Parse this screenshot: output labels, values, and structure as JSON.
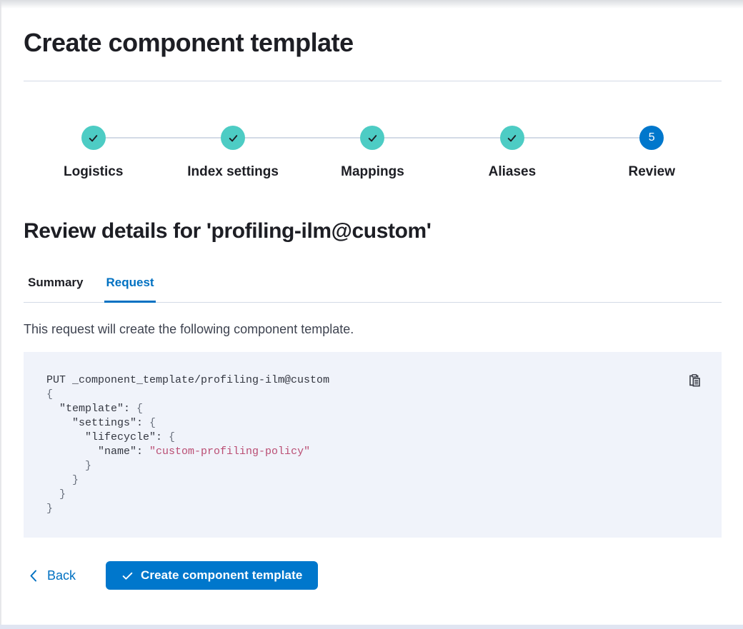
{
  "colors": {
    "primary_button_blue": "#0077CC",
    "link_blue": "#0071C2",
    "step_complete_teal": "#4DCCC4",
    "step_current_blue": "#0077CC",
    "code_block_background": "#F0F3FA",
    "code_string_pink": "#BA4D73",
    "code_brace_gray": "#69707D",
    "heading_text": "#1D1E24",
    "body_text": "#343741",
    "divider_gray": "#D3DAE6"
  },
  "page": {
    "title": "Create component template"
  },
  "stepper": {
    "steps": [
      {
        "label": "Logistics",
        "status": "complete"
      },
      {
        "label": "Index settings",
        "status": "complete"
      },
      {
        "label": "Mappings",
        "status": "complete"
      },
      {
        "label": "Aliases",
        "status": "complete"
      },
      {
        "label": "Review",
        "status": "current",
        "number": "5"
      }
    ]
  },
  "review": {
    "heading": "Review details for 'profiling-ilm@custom'",
    "tabs": [
      {
        "label": "Summary",
        "active": false
      },
      {
        "label": "Request",
        "active": true
      }
    ],
    "description": "This request will create the following component template."
  },
  "code": {
    "lines": [
      [
        [
          "text",
          "PUT _component_template/profiling-ilm@custom"
        ]
      ],
      [
        [
          "brace",
          "{"
        ]
      ],
      [
        [
          "text",
          "  \"template\": "
        ],
        [
          "brace",
          "{"
        ]
      ],
      [
        [
          "text",
          "    \"settings\": "
        ],
        [
          "brace",
          "{"
        ]
      ],
      [
        [
          "text",
          "      \"lifecycle\": "
        ],
        [
          "brace",
          "{"
        ]
      ],
      [
        [
          "text",
          "        \"name\": "
        ],
        [
          "string",
          "\"custom-profiling-policy\""
        ]
      ],
      [
        [
          "brace",
          "      }"
        ]
      ],
      [
        [
          "brace",
          "    }"
        ]
      ],
      [
        [
          "brace",
          "  }"
        ]
      ],
      [
        [
          "brace",
          "}"
        ]
      ]
    ]
  },
  "footer": {
    "back_label": "Back",
    "submit_label": "Create component template"
  }
}
